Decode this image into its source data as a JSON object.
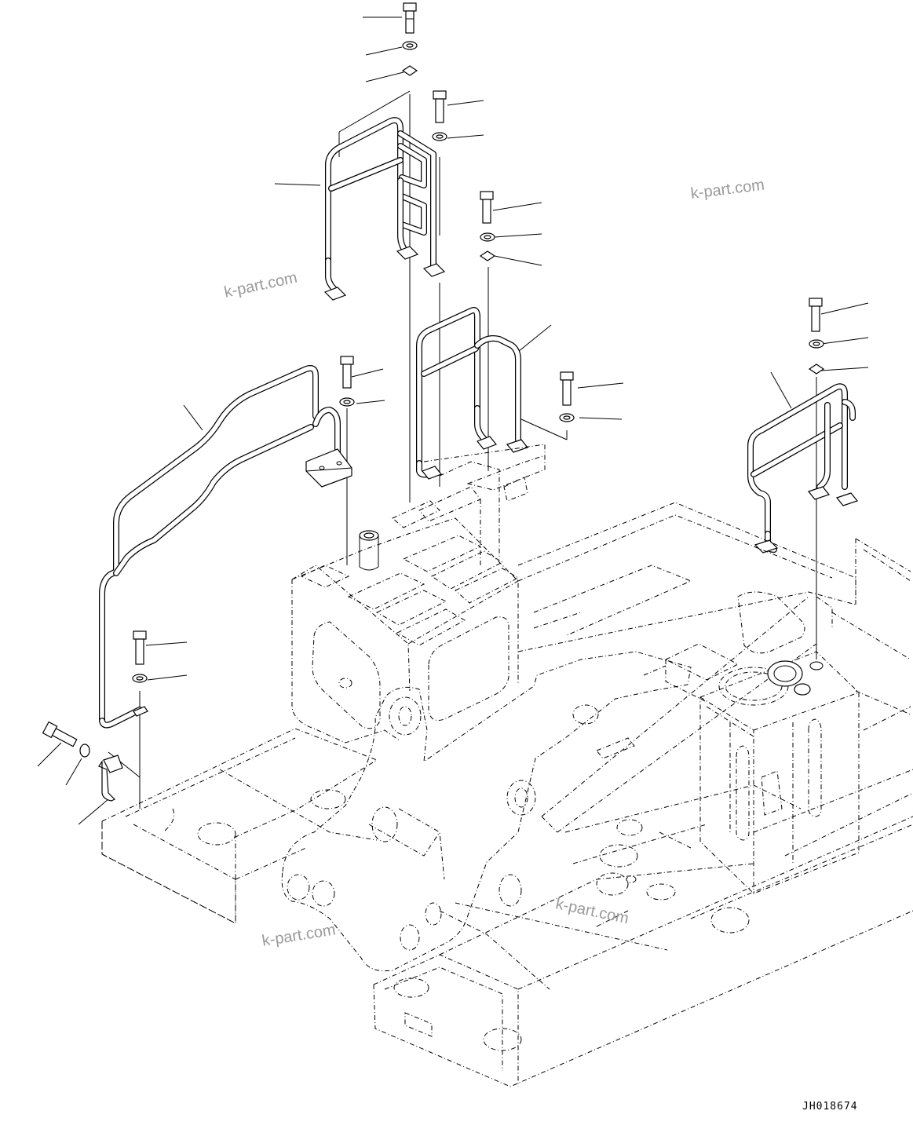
{
  "drawing": {
    "code": "JH018674",
    "watermarks": [
      "k-part.com",
      "k-part.com",
      "k-part.com",
      "k-part.com"
    ]
  },
  "parts": {
    "handrails": [
      "rear-left-handrail",
      "top-center-handrail",
      "center-handrail",
      "right-handrail",
      "left-long-handrail"
    ],
    "fasteners": [
      "bolt",
      "washer",
      "plate",
      "clamp"
    ]
  }
}
